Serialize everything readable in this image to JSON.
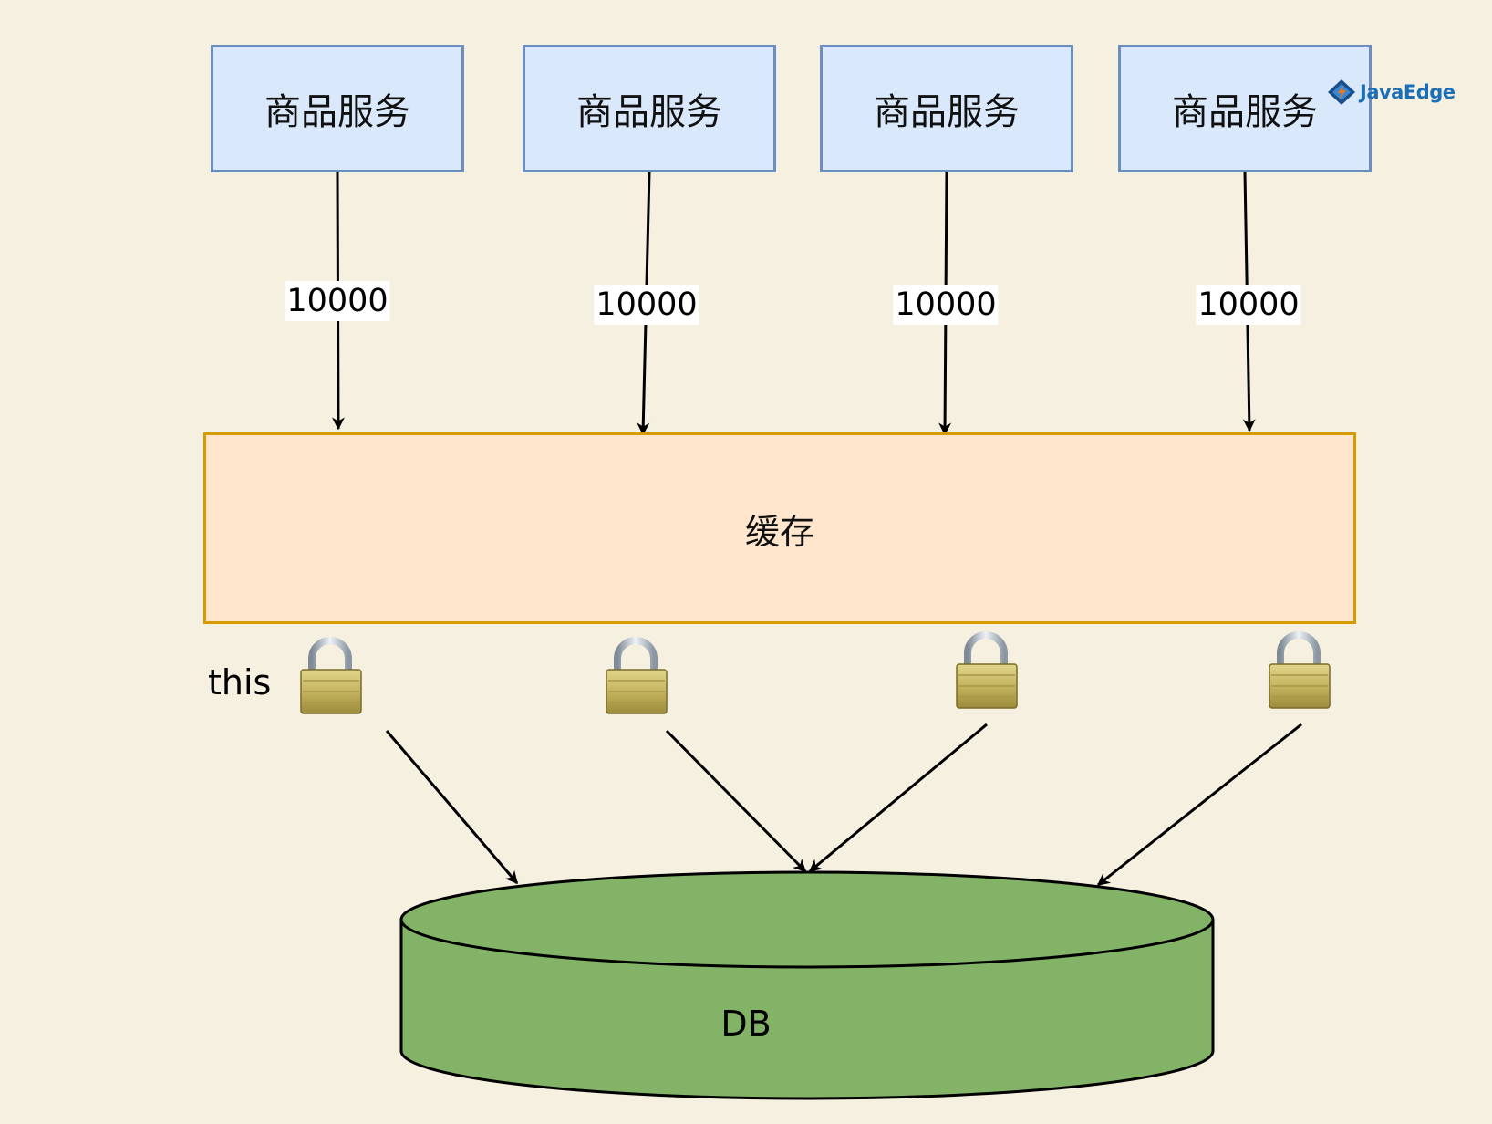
{
  "services": [
    {
      "label": "商品服务",
      "request_count": "10000"
    },
    {
      "label": "商品服务",
      "request_count": "10000"
    },
    {
      "label": "商品服务",
      "request_count": "10000"
    },
    {
      "label": "商品服务",
      "request_count": "10000"
    }
  ],
  "cache": {
    "label": "缓存"
  },
  "lock_label": "this",
  "database": {
    "label": "DB"
  },
  "watermark": {
    "text": "JavaEdge"
  },
  "colors": {
    "background": "#f5f0df",
    "service_fill": "#dae8fc",
    "service_stroke": "#6c8ebf",
    "cache_fill": "#ffe6cc",
    "cache_stroke": "#d79b00",
    "db_fill": "#82b366",
    "lock_body": "#c9bc6a",
    "logo_blue": "#1a6fb8"
  },
  "icons": [
    "padlock-icon",
    "javaedge-logo-icon"
  ]
}
